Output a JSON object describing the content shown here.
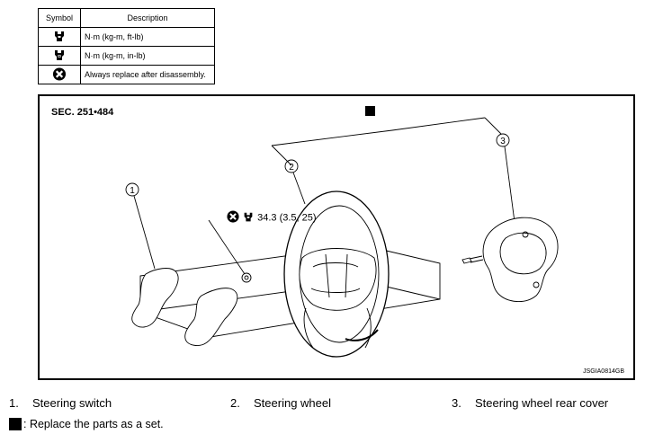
{
  "table": {
    "headers": {
      "symbol": "Symbol",
      "description": "Description"
    },
    "rows": [
      {
        "icon": "torque-wrench-icon",
        "description": "N·m (kg-m, ft-lb)"
      },
      {
        "icon": "torque-wrench-small-icon",
        "description": "N·m (kg-m, in-lb)"
      },
      {
        "icon": "always-replace-icon",
        "description": "Always replace after disassembly."
      }
    ]
  },
  "diagram": {
    "section": "SEC. 251•484",
    "figure_id": "JSGIA0814GB",
    "torque_spec": "34.3 (3.5, 25)",
    "callouts": [
      "1",
      "2",
      "3"
    ]
  },
  "legend": {
    "items": [
      {
        "num": "1.",
        "label": "Steering switch"
      },
      {
        "num": "2.",
        "label": "Steering wheel"
      },
      {
        "num": "3.",
        "label": "Steering wheel rear cover"
      }
    ],
    "note": ": Replace the parts as a set."
  }
}
